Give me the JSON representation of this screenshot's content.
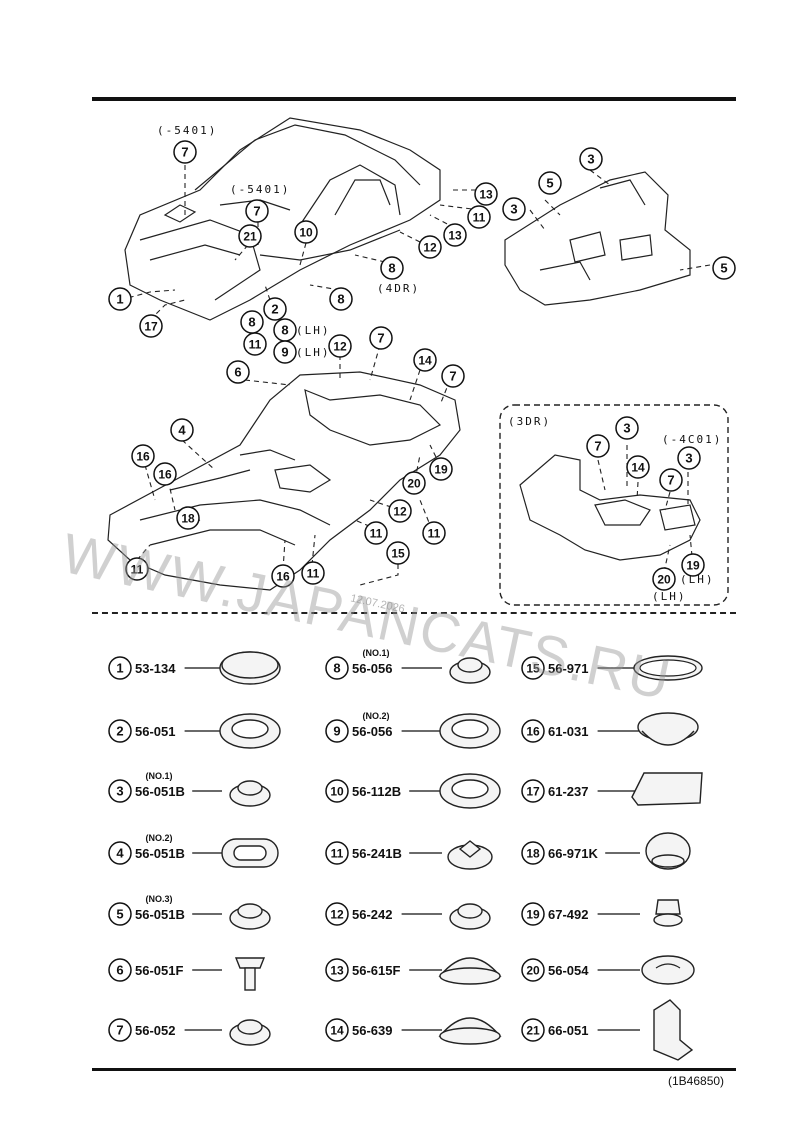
{
  "labels": {
    "a": "(-5401)",
    "b": "(-5401)",
    "c": "(4DR)",
    "d": "(LH)",
    "e": "(LH)",
    "f": "(3DR)",
    "g": "(-4C01)",
    "h": "(LH)",
    "i": "(LH)"
  },
  "watermark": "WWW.JAPANCATS.RU",
  "watermark_date": "12.07.2026",
  "diagram_code": "(1B46850)",
  "parts": [
    {
      "num": "1",
      "pn": "53-134",
      "note": ""
    },
    {
      "num": "2",
      "pn": "56-051",
      "note": ""
    },
    {
      "num": "3",
      "pn": "56-051B",
      "note": "(NO.1)"
    },
    {
      "num": "4",
      "pn": "56-051B",
      "note": "(NO.2)"
    },
    {
      "num": "5",
      "pn": "56-051B",
      "note": "(NO.3)"
    },
    {
      "num": "6",
      "pn": "56-051F",
      "note": ""
    },
    {
      "num": "7",
      "pn": "56-052",
      "note": ""
    },
    {
      "num": "8",
      "pn": "56-056",
      "note": "(NO.1)"
    },
    {
      "num": "9",
      "pn": "56-056",
      "note": "(NO.2)"
    },
    {
      "num": "10",
      "pn": "56-112B",
      "note": ""
    },
    {
      "num": "11",
      "pn": "56-241B",
      "note": ""
    },
    {
      "num": "12",
      "pn": "56-242",
      "note": ""
    },
    {
      "num": "13",
      "pn": "56-615F",
      "note": ""
    },
    {
      "num": "14",
      "pn": "56-639",
      "note": ""
    },
    {
      "num": "15",
      "pn": "56-971",
      "note": ""
    },
    {
      "num": "16",
      "pn": "61-031",
      "note": ""
    },
    {
      "num": "17",
      "pn": "61-237",
      "note": ""
    },
    {
      "num": "18",
      "pn": "66-971K",
      "note": ""
    },
    {
      "num": "19",
      "pn": "67-492",
      "note": ""
    },
    {
      "num": "20",
      "pn": "56-054",
      "note": ""
    },
    {
      "num": "21",
      "pn": "66-051",
      "note": ""
    }
  ],
  "callouts": [
    {
      "n": "7"
    },
    {
      "n": "7"
    },
    {
      "n": "21"
    },
    {
      "n": "10"
    },
    {
      "n": "1"
    },
    {
      "n": "17"
    },
    {
      "n": "2"
    },
    {
      "n": "8"
    },
    {
      "n": "8"
    },
    {
      "n": "11"
    },
    {
      "n": "8"
    },
    {
      "n": "9"
    },
    {
      "n": "8"
    },
    {
      "n": "12"
    },
    {
      "n": "13"
    },
    {
      "n": "11"
    },
    {
      "n": "13"
    },
    {
      "n": "3"
    },
    {
      "n": "5"
    },
    {
      "n": "3"
    },
    {
      "n": "5"
    },
    {
      "n": "6"
    },
    {
      "n": "12"
    },
    {
      "n": "7"
    },
    {
      "n": "14"
    },
    {
      "n": "7"
    },
    {
      "n": "4"
    },
    {
      "n": "16"
    },
    {
      "n": "16"
    },
    {
      "n": "18"
    },
    {
      "n": "11"
    },
    {
      "n": "16"
    },
    {
      "n": "11"
    },
    {
      "n": "15"
    },
    {
      "n": "11"
    },
    {
      "n": "12"
    },
    {
      "n": "11"
    },
    {
      "n": "20"
    },
    {
      "n": "19"
    },
    {
      "n": "7"
    },
    {
      "n": "3"
    },
    {
      "n": "14"
    },
    {
      "n": "7"
    },
    {
      "n": "3"
    },
    {
      "n": "19"
    },
    {
      "n": "20"
    }
  ]
}
